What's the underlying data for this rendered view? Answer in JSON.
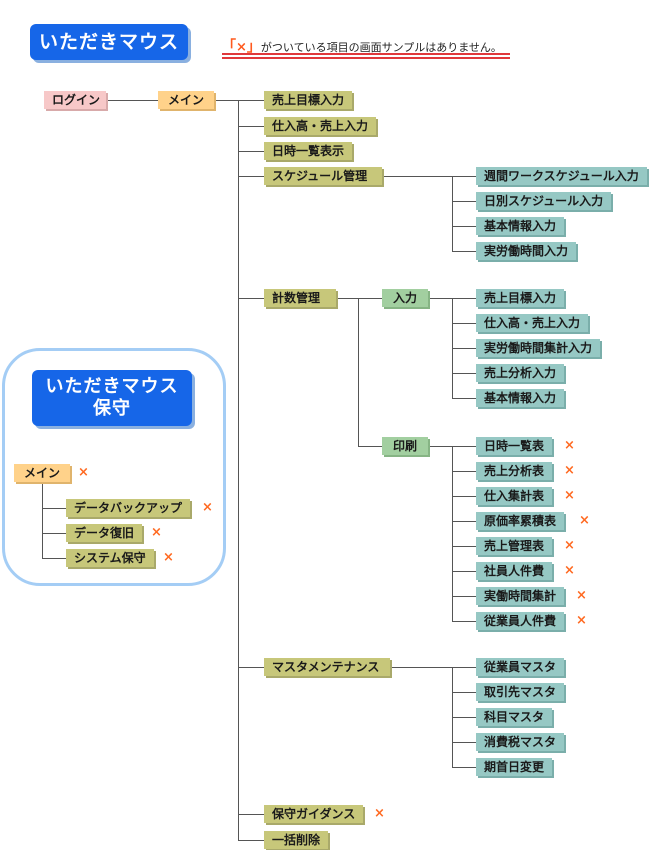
{
  "header": {
    "title": "いただきマウス",
    "note_open": "「",
    "note_x": "×",
    "note_close": "」",
    "note_text": "がついている項目の画面サンプルはありません。"
  },
  "tree": {
    "login": "ログイン",
    "main": "メイン",
    "level1": {
      "sales_target": "売上目標入力",
      "purchase_sales": "仕入高・売上入力",
      "daily_list": "日時一覧表示",
      "schedule": "スケジュール管理",
      "counting": "計数管理",
      "master": "マスタメンテナンス",
      "guidance": "保守ガイダンス",
      "bulk_delete": "一括削除"
    },
    "schedule_children": [
      "週間ワークスケジュール入力",
      "日別スケジュール入力",
      "基本情報入力",
      "実労働時間入力"
    ],
    "input_label": "入力",
    "input_children": [
      "売上目標入力",
      "仕入高・売上入力",
      "実労働時間集計入力",
      "売上分析入力",
      "基本情報入力"
    ],
    "print_label": "印刷",
    "print_children": [
      "日時一覧表",
      "売上分析表",
      "仕入集計表",
      "原価率累積表",
      "売上管理表",
      "社員人件費",
      "実働時間集計",
      "従業員人件費"
    ],
    "master_children": [
      "従業員マスタ",
      "取引先マスタ",
      "科目マスタ",
      "消費税マスタ",
      "期首日変更"
    ],
    "x_mark": "×"
  },
  "maintenance": {
    "title_line1": "いただきマウス",
    "title_line2": "保守",
    "main": "メイン",
    "children": [
      "データバックアップ",
      "データ復旧",
      "システム保守"
    ]
  },
  "colors": {
    "title_blue": "#1666e8",
    "olive": "#c7c77a",
    "teal": "#96c8c4",
    "green": "#a2cfa0",
    "yellow": "#ffd28a",
    "pink": "#f7c8c8",
    "x_orange": "#ff6a22",
    "frame_blue": "#a4cdf5"
  }
}
